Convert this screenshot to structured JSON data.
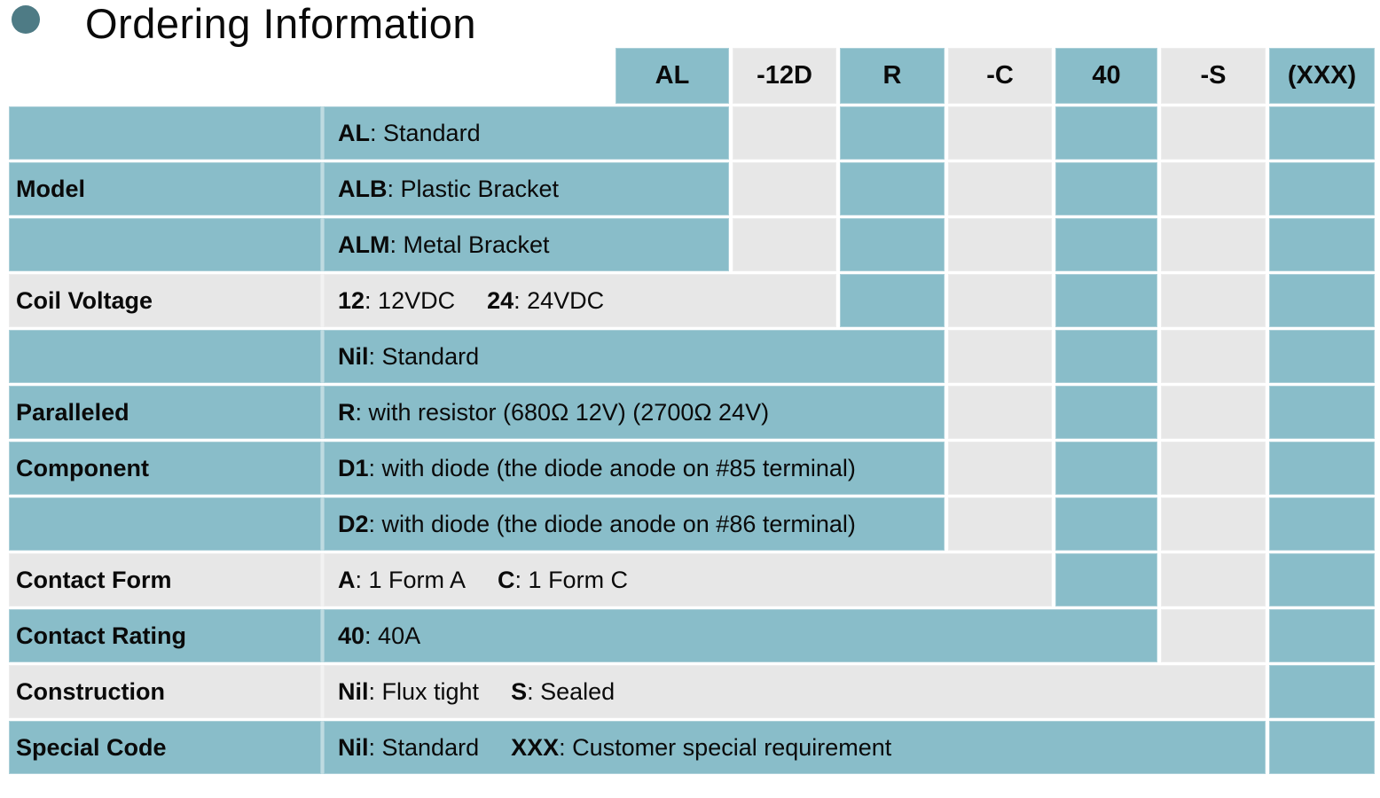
{
  "title": "Ordering Information",
  "bullet_icon": "filled-circle",
  "colors": {
    "teal": "#89bdc9",
    "gray": "#e7e7e7",
    "bullet": "#4e7b85",
    "text": "#0a0a0a",
    "grid_line": "#ffffff"
  },
  "code_row": {
    "segments": [
      {
        "code": "AL",
        "tone": "teal"
      },
      {
        "code": "-12D",
        "tone": "gray"
      },
      {
        "code": "R",
        "tone": "teal"
      },
      {
        "code": "-C",
        "tone": "gray"
      },
      {
        "code": "40",
        "tone": "teal"
      },
      {
        "code": "-S",
        "tone": "gray"
      },
      {
        "code": "(XXX)",
        "tone": "teal"
      }
    ]
  },
  "rows": [
    {
      "label": "",
      "tone": "teal",
      "entries": [
        {
          "code": "AL",
          "text": ": Standard"
        }
      ]
    },
    {
      "label": "Model",
      "tone": "teal",
      "entries": [
        {
          "code": "ALB",
          "text": ": Plastic Bracket"
        }
      ]
    },
    {
      "label": "",
      "tone": "teal",
      "entries": [
        {
          "code": "ALM",
          "text": ": Metal Bracket"
        }
      ]
    },
    {
      "label": "Coil Voltage",
      "tone": "gray",
      "entries": [
        {
          "code": "12",
          "text": ": 12VDC"
        },
        {
          "code": "24",
          "text": ": 24VDC"
        }
      ]
    },
    {
      "label": "",
      "tone": "teal",
      "entries": [
        {
          "code": "Nil",
          "text": ": Standard"
        }
      ]
    },
    {
      "label": "Paralleled",
      "tone": "teal",
      "entries": [
        {
          "code": "R",
          "text": ": with resistor (680Ω 12V) (2700Ω 24V)"
        }
      ]
    },
    {
      "label": "Component",
      "tone": "teal",
      "entries": [
        {
          "code": "D1",
          "text": ": with diode (the diode anode on #85 terminal)"
        }
      ]
    },
    {
      "label": "",
      "tone": "teal",
      "entries": [
        {
          "code": "D2",
          "text": ": with diode (the diode anode on #86 terminal)"
        }
      ]
    },
    {
      "label": "Contact Form",
      "tone": "gray",
      "entries": [
        {
          "code": "A",
          "text": ": 1 Form A"
        },
        {
          "code": "C",
          "text": ": 1 Form C"
        }
      ]
    },
    {
      "label": "Contact Rating",
      "tone": "teal",
      "entries": [
        {
          "code": "40",
          "text": ": 40A"
        }
      ]
    },
    {
      "label": "Construction",
      "tone": "gray",
      "entries": [
        {
          "code": "Nil",
          "text": ": Flux tight"
        },
        {
          "code": "S",
          "text": ": Sealed"
        }
      ]
    },
    {
      "label": "Special Code",
      "tone": "teal",
      "entries": [
        {
          "code": "Nil",
          "text": ": Standard"
        },
        {
          "code": "XXX",
          "text": ": Customer special requirement"
        }
      ]
    }
  ]
}
